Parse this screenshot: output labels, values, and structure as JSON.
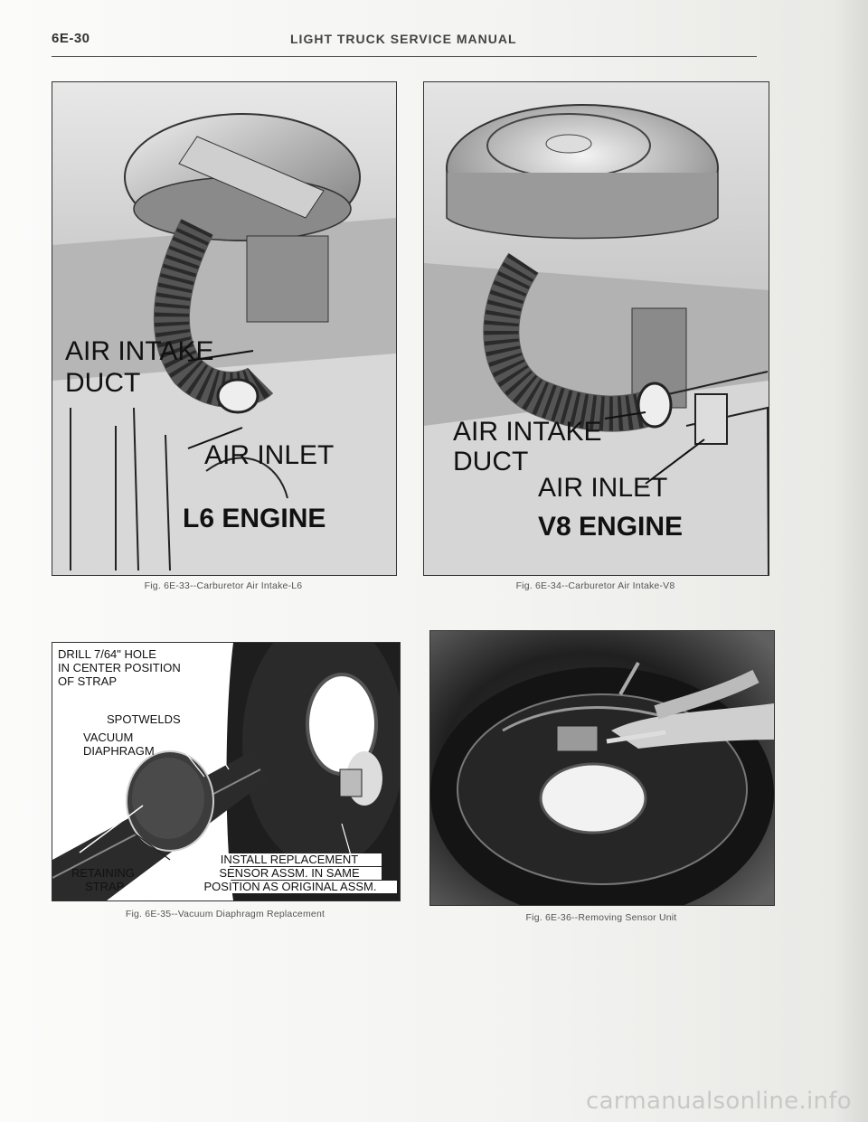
{
  "header": {
    "page_number": "6E-30",
    "running_title": "LIGHT TRUCK SERVICE MANUAL"
  },
  "figures": [
    {
      "caption": "Fig. 6E-33--Carburetor Air Intake-L6",
      "labels": {
        "duct_line1": "AIR INTAKE",
        "duct_line2": "DUCT",
        "inlet": "AIR INLET",
        "engine": "L6 ENGINE"
      }
    },
    {
      "caption": "Fig. 6E-34--Carburetor Air Intake-V8",
      "labels": {
        "duct_line1": "AIR INTAKE",
        "duct_line2": "DUCT",
        "inlet": "AIR INLET",
        "engine": "V8 ENGINE"
      }
    },
    {
      "caption": "Fig. 6E-35--Vacuum Diaphragm Replacement",
      "labels": {
        "drill_line1": "DRILL 7/64\" HOLE",
        "drill_line2": "IN CENTER POSITION",
        "drill_line3": "OF STRAP",
        "spotwelds": "SPOTWELDS",
        "vacuum_line1": "VACUUM",
        "vacuum_line2": "DIAPHRAGM",
        "retaining_line1": "RETAINING",
        "retaining_line2": "STRAP",
        "install_line1": "INSTALL REPLACEMENT",
        "install_line2": "SENSOR ASSM. IN SAME",
        "install_line3": "POSITION AS ORIGINAL ASSM."
      }
    },
    {
      "caption": "Fig. 6E-36--Removing Sensor Unit",
      "labels": {}
    }
  ],
  "watermark": "carmanualsonline.info"
}
